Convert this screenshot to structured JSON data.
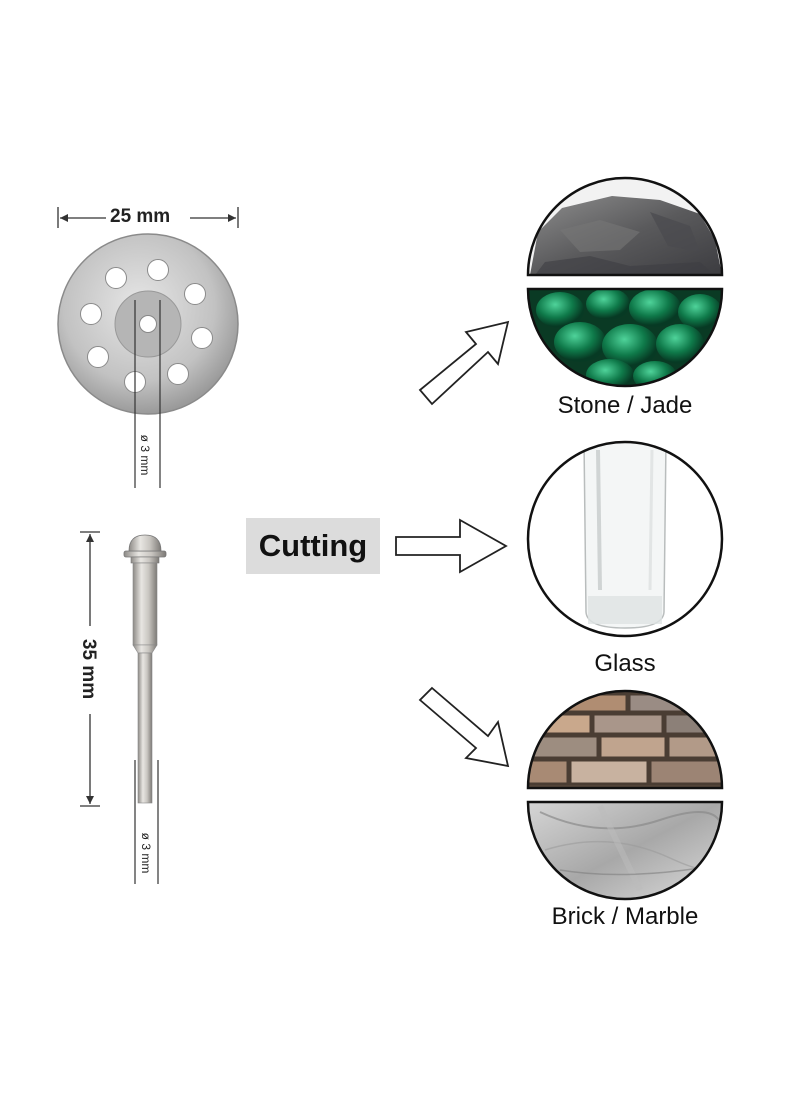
{
  "disc": {
    "width_label": "25 mm",
    "hole_label": "ø 3 mm"
  },
  "mandrel": {
    "length_label": "35 mm",
    "shaft_label": "ø 3 mm"
  },
  "action_label": "Cutting",
  "materials": [
    {
      "name": "Stone / Jade"
    },
    {
      "name": "Glass"
    },
    {
      "name": "Brick / Marble"
    }
  ]
}
